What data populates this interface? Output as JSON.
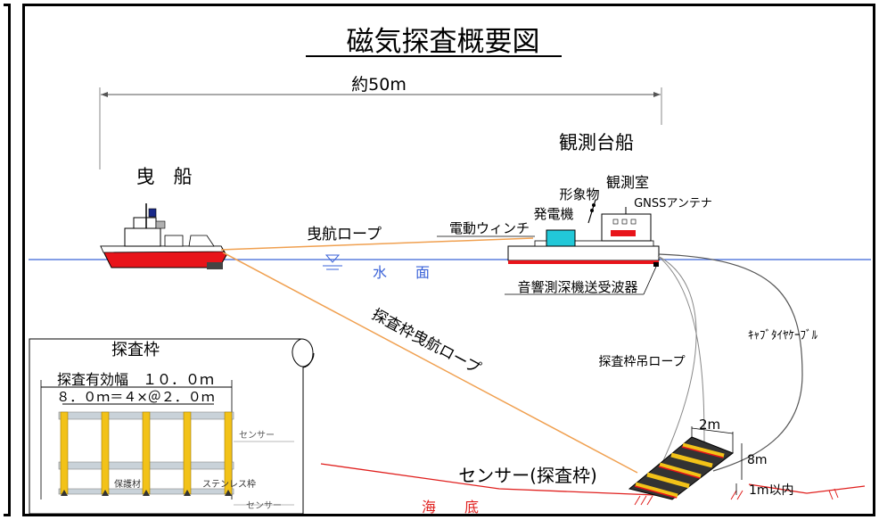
{
  "title": "磁気探査概要図",
  "distance_label": "約50m",
  "tug": {
    "label": "曳　船"
  },
  "survey_ship": {
    "label": "観測台船",
    "cabin": "観測室",
    "marker": "形象物",
    "generator": "発電機",
    "gnss": "GNSSアンテナ",
    "winch": "電動ウィンチ",
    "transducer": "音響測深機送受波器"
  },
  "tow_rope": "曳航ロープ",
  "water_surface": "水　　面",
  "frame_tow_rope": "探査枠曳航ロープ",
  "cabtire_cable": "ｷｬﾌﾞﾀｲﾔｹｰﾌﾞﾙ",
  "frame_hang_rope": "探査枠吊ロープ",
  "sensor_frame_label": "センサー(探査枠)",
  "seabed": "海　　底",
  "dims": {
    "width": "2m",
    "height": "8m",
    "clearance": "1m以内"
  },
  "inset": {
    "title": "探査枠",
    "effective_width": "探査有効幅　１０．０ｍ",
    "spacing": "８．０ｍ＝４×＠２．０ｍ",
    "sensor_top": "センサー",
    "sensor_bottom": "センサー",
    "protector": "保護材",
    "stainless": "ステンレス枠"
  },
  "colors": {
    "hull_red": "#e8141a",
    "water_blue": "#3b63d8",
    "rope_orange": "#f0a050",
    "seabed_red": "#e0201e",
    "generator_cyan": "#22c8d8",
    "frame_yellow": "#f2c218"
  }
}
